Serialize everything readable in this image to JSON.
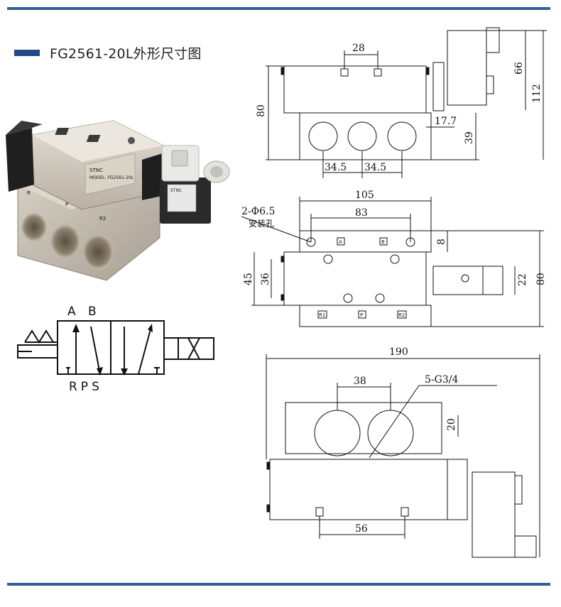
{
  "page": {
    "title": "FG2561-20L外形尺寸图"
  },
  "colors": {
    "rule": "#2e5f9e",
    "marker": "#234a84",
    "metal": "#c9c2b6",
    "solenoid": "#2a2a2a"
  },
  "photo": {
    "brand": "STNC",
    "model_label": "MODEL: FG2561-20L",
    "body_ports": [
      "R",
      "P",
      "R2"
    ]
  },
  "symbol": {
    "top_ports": "A  B",
    "bottom_ports": "RPS"
  },
  "views": {
    "front": {
      "pitch": "28",
      "height": "80",
      "coil_height": "66",
      "total_height": "112",
      "offset": "17.7",
      "port_height": "39",
      "port_pitch_left": "34.5",
      "port_pitch_right": "34.5"
    },
    "top": {
      "width": "105",
      "hole_pitch": "83",
      "holes": "2-Φ6.5",
      "holes_note": "安装孔",
      "height_outer": "45",
      "height_inner": "36",
      "edge": "8",
      "coil_width": "22",
      "total_height": "80",
      "ports_top": [
        "A",
        "B"
      ],
      "ports_bottom": [
        "R1",
        "P",
        "R2"
      ]
    },
    "side": {
      "length": "190",
      "pitch": "38",
      "ports": "5-G3/4",
      "port_offset": "20",
      "base_pitch": "56"
    }
  }
}
